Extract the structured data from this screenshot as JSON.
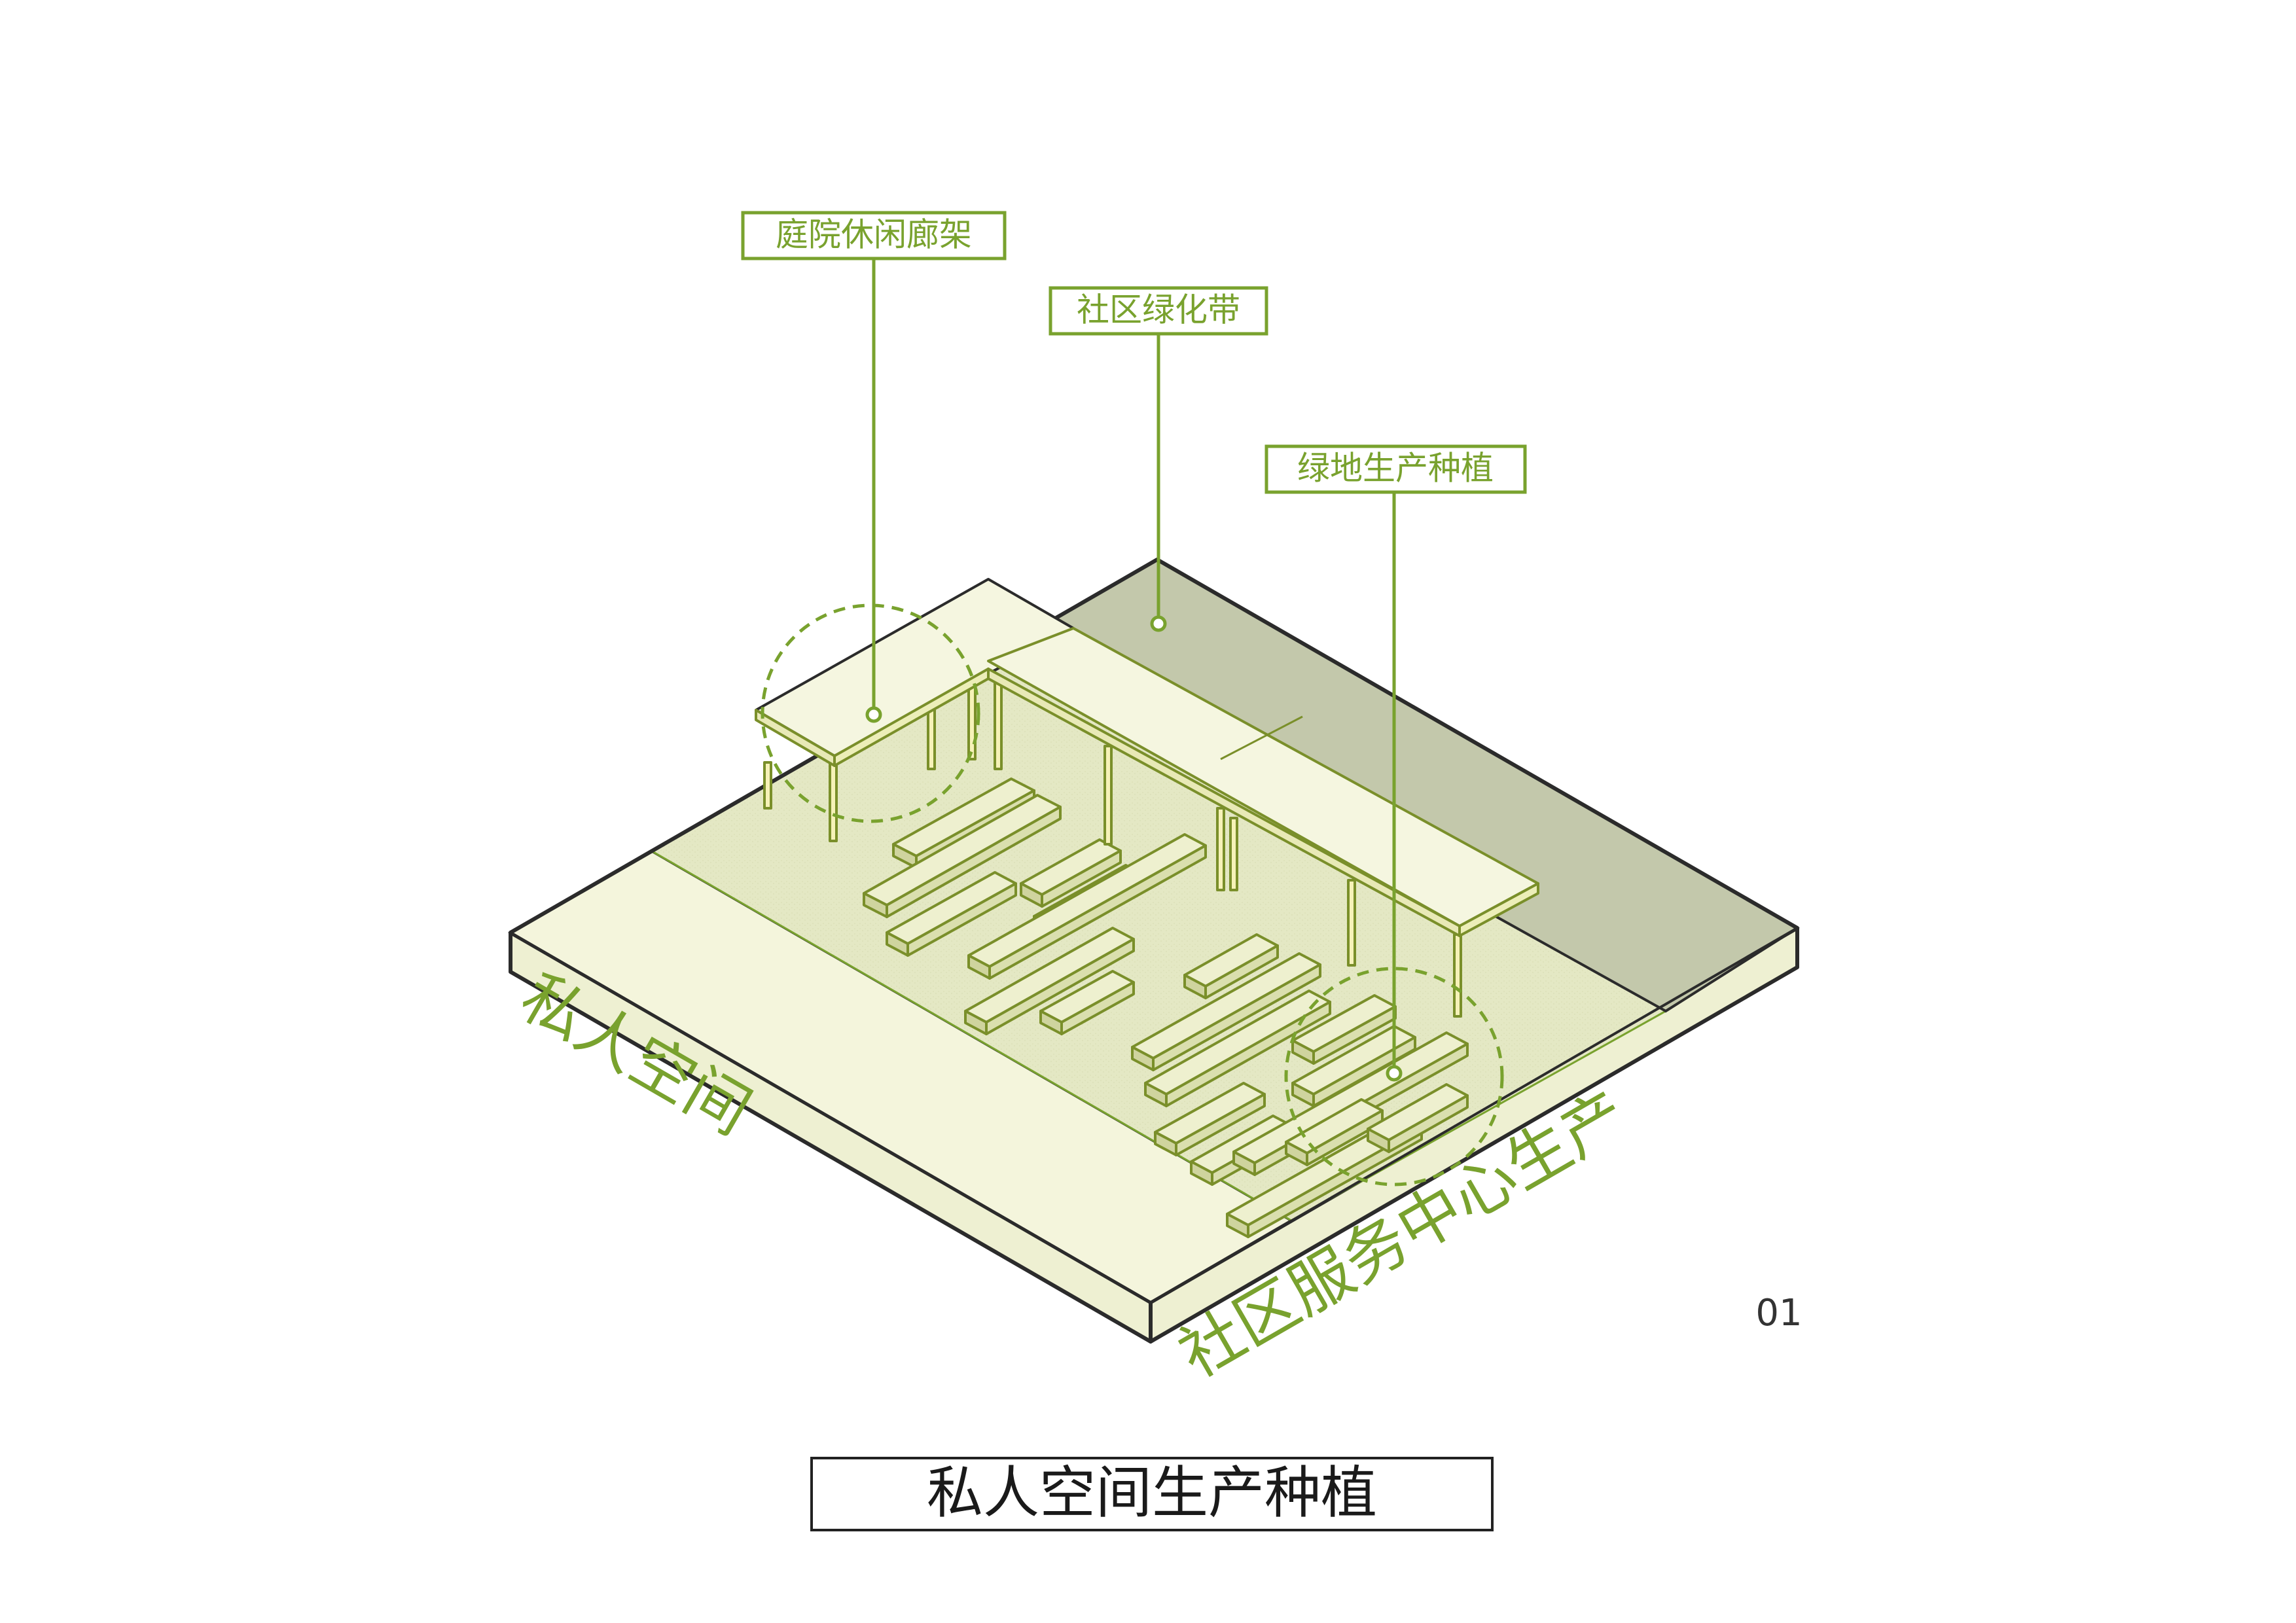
{
  "callouts": {
    "pergola": "庭院休闲廊架",
    "greenbelt": "社区绿化带",
    "planting": "绿地生产种植"
  },
  "edge_labels": {
    "private_space": "私人空间",
    "community_service": "社区服务中心生产"
  },
  "page_number": "01",
  "title": "私人空间生产种植",
  "colors": {
    "accent": "#79a22e",
    "slab_top": "#f4f5dc",
    "mid_zone": "#e4e8c4",
    "greenbelt": "#c3c8ab",
    "dark_edge": "#2b2b2b",
    "side_face": "#eef0d2"
  }
}
